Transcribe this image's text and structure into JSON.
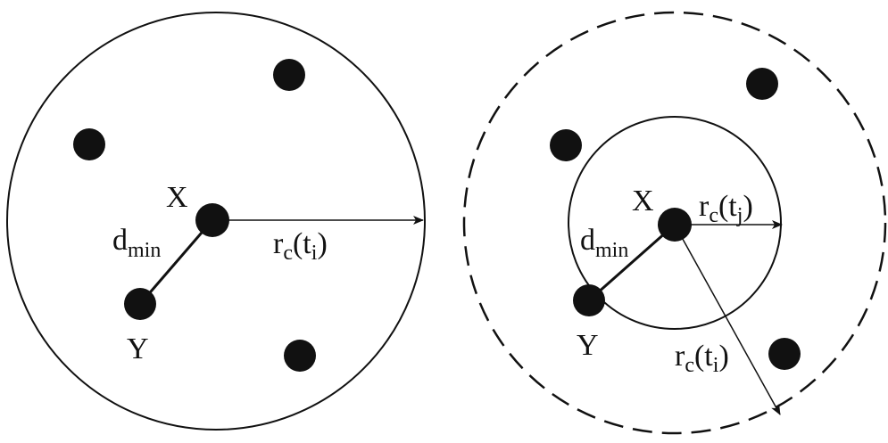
{
  "panel_left": {
    "point_x_label": "X",
    "point_y_label": "Y",
    "dmin_main": "d",
    "dmin_sub": "min",
    "radius_main": "r",
    "radius_sub": "c",
    "radius_open": "(t",
    "radius_idx": "i",
    "radius_close": ")"
  },
  "panel_right": {
    "point_x_label": "X",
    "point_y_label": "Y",
    "dmin_main": "d",
    "dmin_sub": "min",
    "radius_inner_main": "r",
    "radius_inner_sub": "c",
    "radius_inner_open": "(t",
    "radius_inner_idx": "j",
    "radius_inner_close": ")",
    "radius_outer_main": "r",
    "radius_outer_sub": "c",
    "radius_outer_open": "(t",
    "radius_outer_idx": "i",
    "radius_outer_close": ")"
  },
  "colors": {
    "ink": "#111111"
  }
}
